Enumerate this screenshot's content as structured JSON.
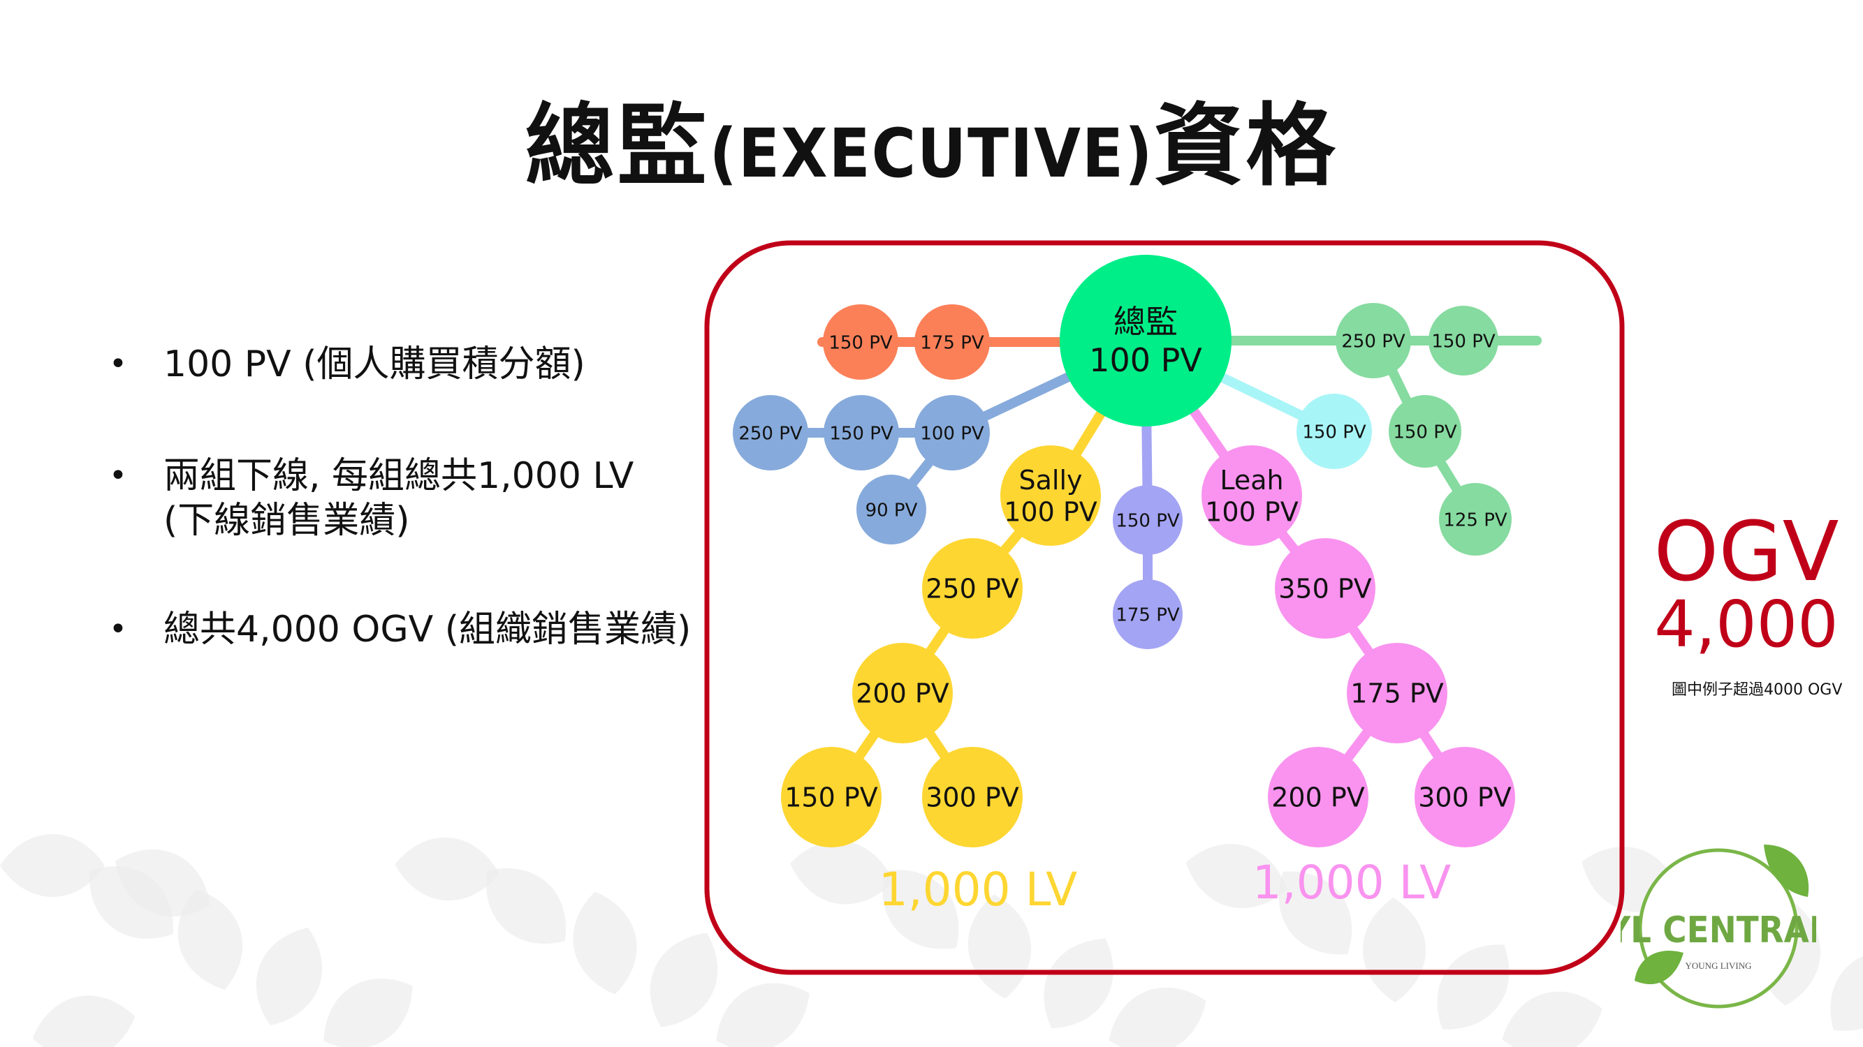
{
  "title": {
    "zh_prefix": "總監",
    "en": "(EXECUTIVE)",
    "zh_suffix": "資格"
  },
  "bullets": [
    {
      "text": "100 PV (個人購買積分額)"
    },
    {
      "line1": "兩組下線, 每組總共1,000 LV",
      "line2": "(下線銷售業績)"
    },
    {
      "text": "總共4,000 OGV (組織銷售業績)"
    }
  ],
  "tree": {
    "root": {
      "label": "總監",
      "value": "100 PV"
    },
    "legs_orange": [
      "150 PV",
      "175 PV"
    ],
    "legs_blue": [
      "250 PV",
      "150 PV",
      "100 PV",
      "90 PV"
    ],
    "legs_green": [
      "250 PV",
      "150 PV",
      "150 PV",
      "125 PV"
    ],
    "legs_cyan": [
      "150 PV"
    ],
    "legs_purple": [
      "150 PV",
      "175 PV"
    ],
    "sally": {
      "name": "Sally",
      "value": "100 PV",
      "children": [
        "250 PV",
        "200 PV",
        "150 PV",
        "300 PV"
      ],
      "total": "1,000 LV"
    },
    "leah": {
      "name": "Leah",
      "value": "100 PV",
      "children": [
        "350 PV",
        "175 PV",
        "200 PV",
        "300 PV"
      ],
      "total": "1,000 LV"
    }
  },
  "ogv": {
    "label": "OGV",
    "value": "4,000",
    "note": "圖中例子超過4000 OGV"
  },
  "logo": {
    "text": "YL CENTRAL",
    "sub": "YOUNG LIVING"
  },
  "colors": {
    "border": "#c00018",
    "orange": "#fb8058",
    "blue": "#86aadb",
    "green": "#86dba0",
    "cyan": "#a8f5f7",
    "purple": "#a4a4f4",
    "yellow": "#fed632",
    "pink": "#f993ef",
    "root": "#00ee88",
    "ogv": "#c00018"
  }
}
